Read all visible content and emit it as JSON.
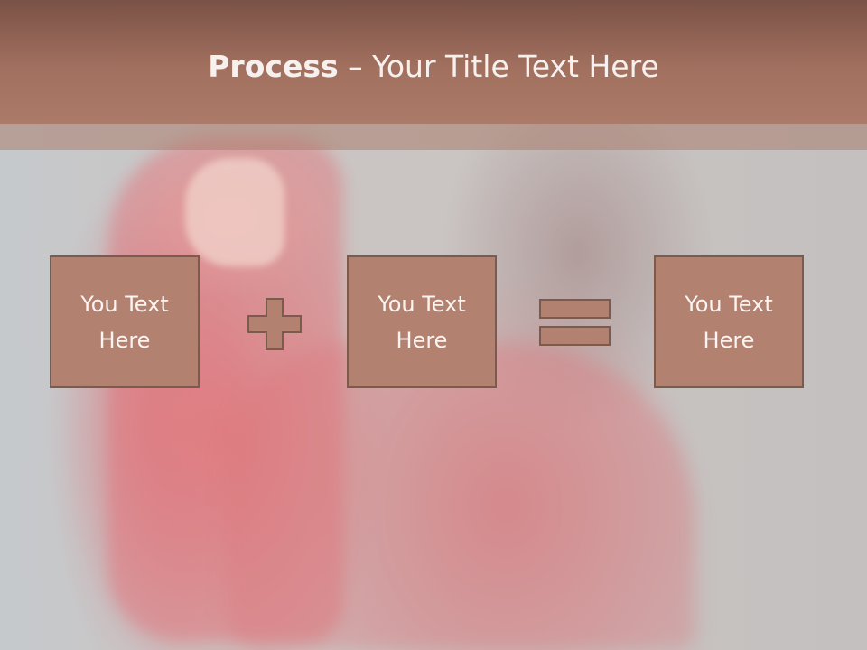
{
  "slide": {
    "title_bold": "Process",
    "title_rest": " – Your Title Text Here",
    "boxes": [
      {
        "text": "You Text\nHere"
      },
      {
        "text": "You Text\nHere"
      },
      {
        "text": "You Text\nHere"
      }
    ],
    "operators": [
      "plus-icon",
      "equals-icon"
    ]
  },
  "colors": {
    "header": "#a2705f",
    "box_fill": "#b38170",
    "box_border": "#7c5a4c",
    "title_text": "#f6f1ee",
    "box_text": "#fbf4f1"
  }
}
